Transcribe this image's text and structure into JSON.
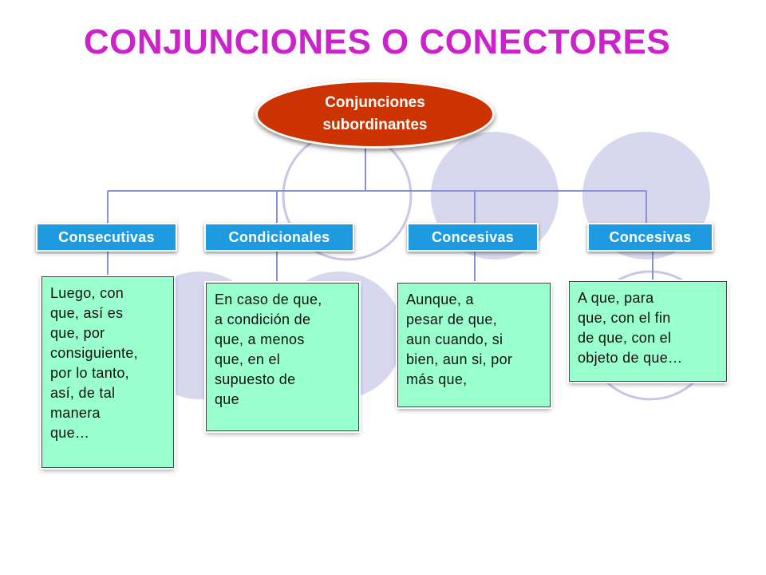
{
  "title": "CONJUNCIONES O CONECTORES",
  "root": {
    "label_line1": "Conjunciones",
    "label_line2": "subordinantes"
  },
  "categories": [
    {
      "label": "Consecutivas",
      "examples": [
        "Luego, con",
        "que, así es",
        "que, por",
        "consiguiente,",
        "por lo tanto,",
        "así, de tal",
        "manera",
        "que…"
      ]
    },
    {
      "label": "Condicionales",
      "examples": [
        "En caso de que,",
        "a condición de",
        "que, a menos",
        "que, en el",
        "supuesto de",
        "que"
      ]
    },
    {
      "label": "Concesivas",
      "examples": [
        "Aunque, a",
        "pesar de que,",
        "aun cuando, si",
        "bien, aun si, por",
        "más que,"
      ]
    },
    {
      "label": "Concesivas",
      "examples": [
        "A que, para",
        "que, con el fin",
        "de que, con el",
        "objeto de que…"
      ]
    }
  ],
  "colors": {
    "title": "#cc22cc",
    "root_fill": "#cc3300",
    "category_fill": "#1e9be0",
    "example_fill": "#99ffcc",
    "connector": "#8a8fd8",
    "decor_circle_fill": "#d7d7ee",
    "decor_circle_stroke": "#c7c7e6"
  }
}
